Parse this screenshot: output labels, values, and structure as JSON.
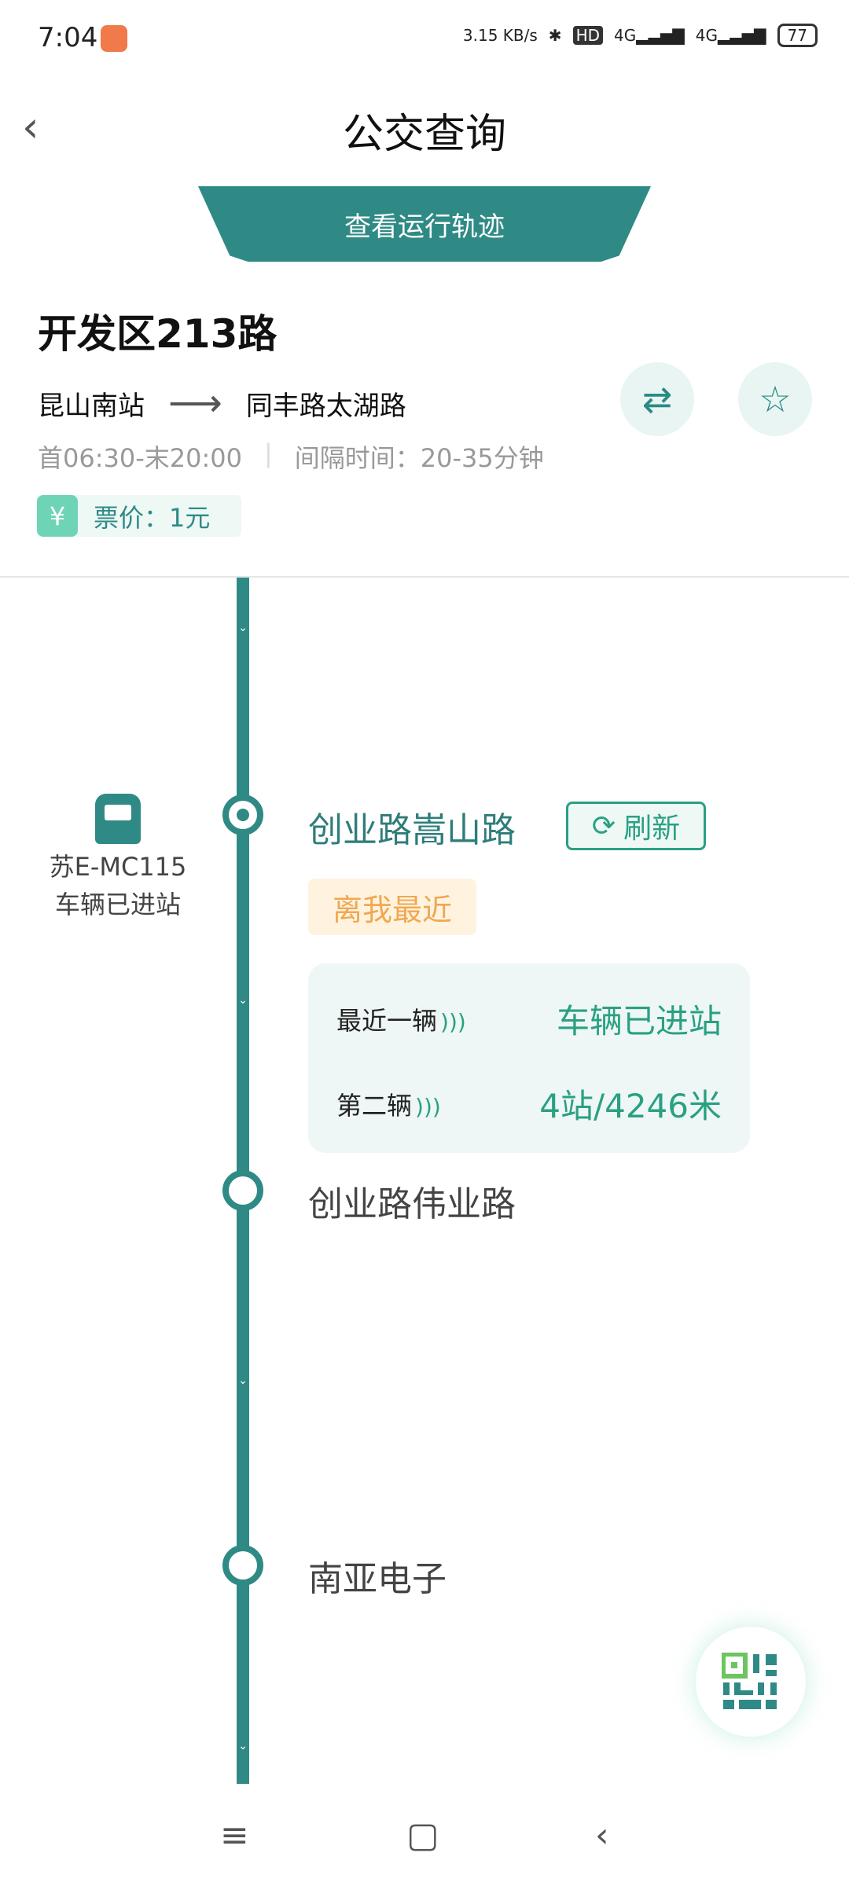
{
  "status_bar": {
    "time": "7:04",
    "net_speed": "3.15 KB/s",
    "hd": "HD",
    "net1": "4G",
    "net2": "4G",
    "battery": "77"
  },
  "header": {
    "title": "公交查询",
    "track_button": "查看运行轨迹"
  },
  "route": {
    "name": "开发区213路",
    "from": "昆山南站",
    "to": "同丰路太湖路",
    "hours": "首06:30-末20:00",
    "interval": "间隔时间：20-35分钟",
    "fare": "票价：1元",
    "yen": "¥"
  },
  "stops": [
    {
      "name": "创业路嵩山路",
      "current": true
    },
    {
      "name": "创业路伟业路"
    },
    {
      "name": "南亚电子"
    }
  ],
  "refresh_label": "刷新",
  "nearest_tag": "离我最近",
  "arrival": {
    "rows": [
      {
        "label": "最近一辆",
        "value": "车辆已进站"
      },
      {
        "label": "第二辆",
        "value": "4站/4246米"
      }
    ]
  },
  "bus": {
    "plate": "苏E-MC115",
    "status": "车辆已进站"
  },
  "colors": {
    "accent": "#2f8a86",
    "green": "#2aa083",
    "orange": "#f0a850"
  }
}
